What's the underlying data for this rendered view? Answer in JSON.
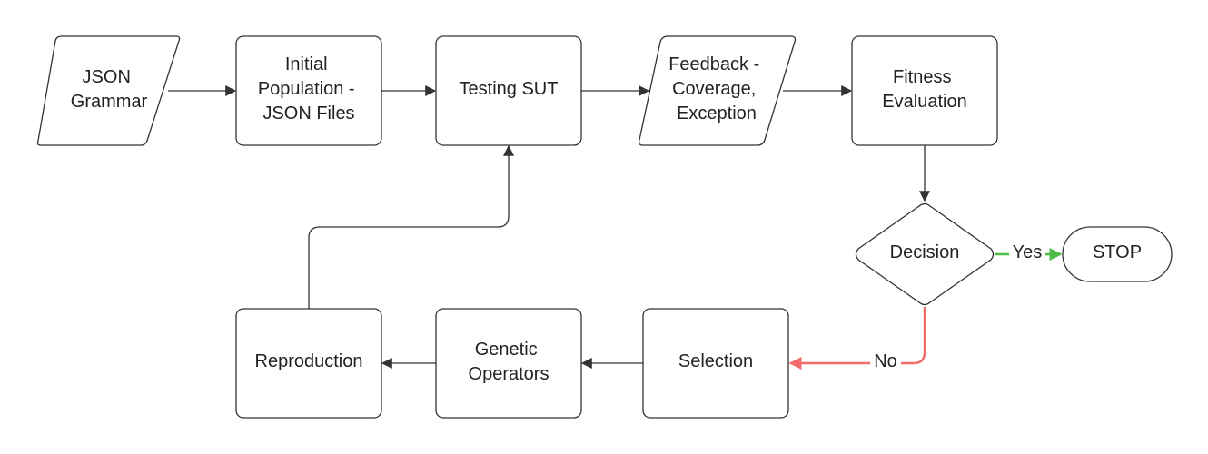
{
  "nodes": {
    "json_grammar": {
      "lines": [
        "JSON",
        "Grammar"
      ]
    },
    "initial_population": {
      "lines": [
        "Initial",
        "Population -",
        "JSON Files"
      ]
    },
    "testing_sut": {
      "lines": [
        "Testing SUT"
      ]
    },
    "feedback": {
      "lines": [
        "Feedback -",
        "Coverage,",
        "Exception"
      ]
    },
    "fitness_evaluation": {
      "lines": [
        "Fitness",
        "Evaluation"
      ]
    },
    "decision": {
      "lines": [
        "Decision"
      ]
    },
    "stop": {
      "lines": [
        "STOP"
      ]
    },
    "selection": {
      "lines": [
        "Selection"
      ]
    },
    "genetic_operators": {
      "lines": [
        "Genetic",
        "Operators"
      ]
    },
    "reproduction": {
      "lines": [
        "Reproduction"
      ]
    }
  },
  "edges": {
    "yes_label": "Yes",
    "no_label": "No"
  },
  "colors": {
    "stroke": "#333333",
    "yes": "#4cbb47",
    "no": "#f26b6b"
  }
}
